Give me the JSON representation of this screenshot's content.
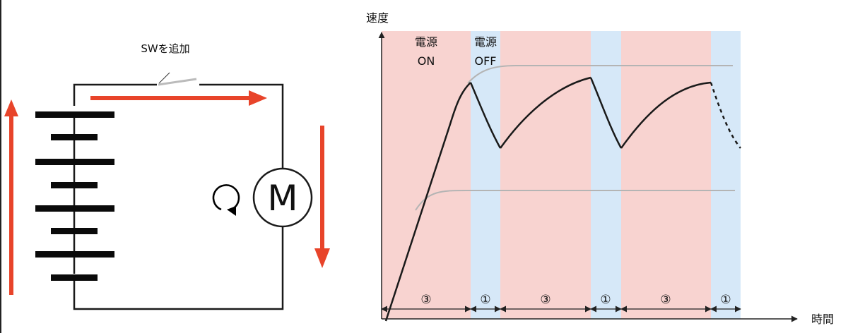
{
  "circuit": {
    "switch_label": "SWを追加",
    "motor_label": "M"
  },
  "graph": {
    "y_axis_label": "速度",
    "x_axis_label": "時間",
    "state_on_line1": "電源",
    "state_on_line2": "ON",
    "state_off_line1": "電源",
    "state_off_line2": "OFF",
    "phase_labels": [
      "③",
      "①",
      "③",
      "①",
      "③",
      "①"
    ]
  },
  "colors": {
    "arrow_red": "#e8442a",
    "power_on_band": "#f8d3d0",
    "power_off_band": "#d6e8f8",
    "line_black": "#1a1a1a",
    "line_gray": "#b4b4b4"
  }
}
